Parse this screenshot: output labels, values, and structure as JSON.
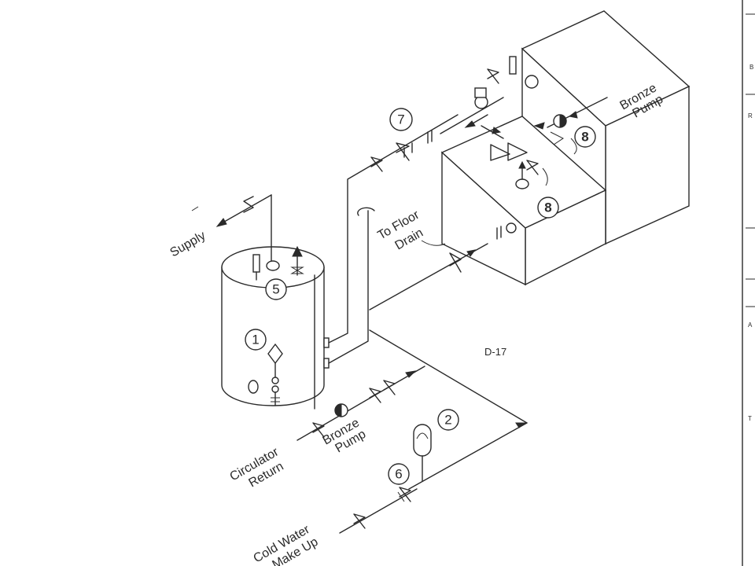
{
  "labels": {
    "supply": "Supply",
    "to_floor_drain_1": "To Floor",
    "to_floor_drain_2": "Drain",
    "bronze_pump_top_1": "Bronze",
    "bronze_pump_top_2": "Pump",
    "circulator_return_1": "Circulator",
    "circulator_return_2": "Return",
    "bronze_pump_bottom_1": "Bronze",
    "bronze_pump_bottom_2": "Pump",
    "cold_water_1": "Cold Water",
    "cold_water_2": "Make Up",
    "drawing_code": "D-17"
  },
  "callouts": {
    "c1": "1",
    "c2": "2",
    "c5": "5",
    "c6": "6",
    "c7": "7",
    "c8a": "8",
    "c8b": "8"
  },
  "edge_marks": {
    "m1": "B",
    "m2": "R",
    "m3": "A",
    "m4": "T"
  }
}
